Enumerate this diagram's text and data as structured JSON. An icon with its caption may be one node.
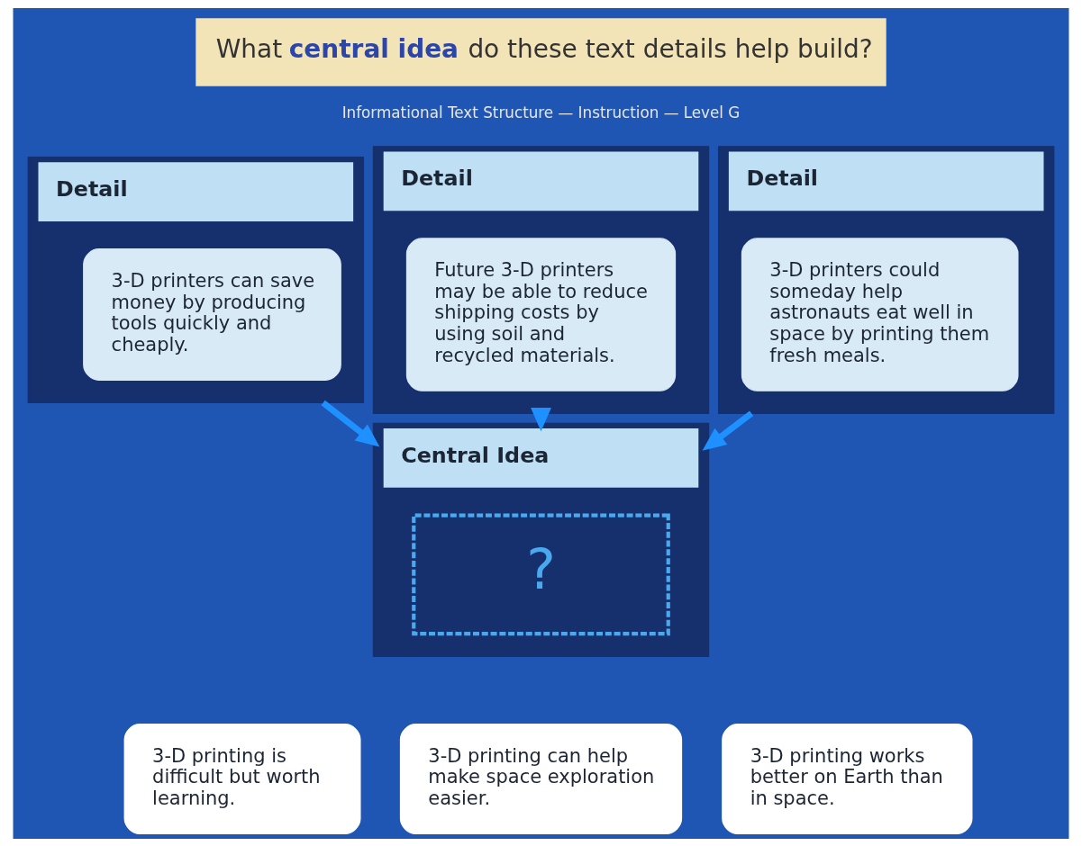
{
  "diagram": {
    "title": "What **central idea** do these text details help build?",
    "nodes": [
      {
        "text": [
          "Detail"
        ]
      },
      {
        "text": [
          "3-D printers can save money by producing tools quickly and cheaply."
        ],
        "in": 0
      },
      {
        "text": [
          "Detail"
        ]
      },
      {
        "text": [
          "Future 3-D printers may be able to reduce shipping costs by using soil and recycled materials."
        ],
        "in": 2
      },
      {
        "text": [
          "Detail"
        ]
      },
      {
        "text": [
          "3-D printers could someday help astronauts eat well in space by printing them fresh meals."
        ],
        "in": 4
      },
      {
        "text": [
          "Central Idea"
        ]
      },
      {
        "text": [
          "?"
        ],
        "in": 6
      },
      {
        "text": [
          "3-D printing is difficult but worth learning."
        ]
      },
      {
        "text": [
          "3-D printing can help make space exploration easier."
        ]
      },
      {
        "text": [
          "3-D printing works better on Earth than in space."
        ]
      }
    ],
    "edges": [
      {
        "from": 0,
        "to": 6,
        "arrow": "to"
      },
      {
        "from": 2,
        "to": 6,
        "arrow": "to"
      },
      {
        "from": 4,
        "to": 6,
        "arrow": "to"
      }
    ],
    "labels": [
      "Informational Text Structure — Instruction — Level G"
    ]
  }
}
